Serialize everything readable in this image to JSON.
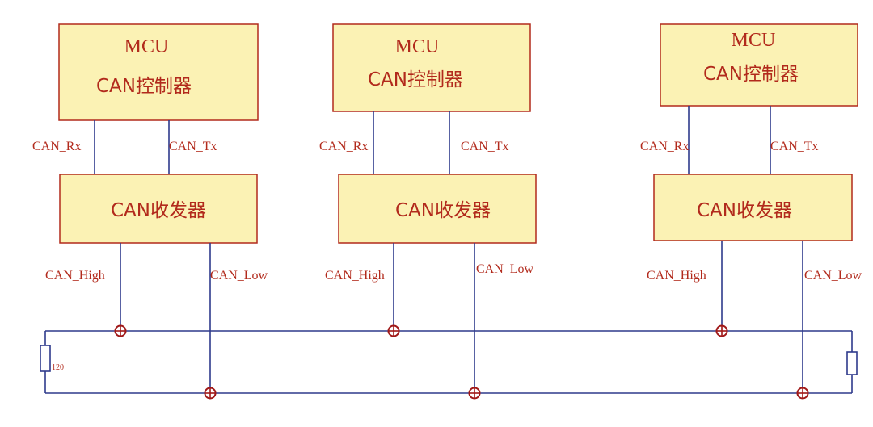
{
  "nodes": [
    {
      "mcu_label": "MCU",
      "controller_label": "CAN控制器",
      "rx_label": "CAN_Rx",
      "tx_label": "CAN_Tx",
      "transceiver_label": "CAN收发器",
      "high_label": "CAN_High",
      "low_label": "CAN_Low"
    },
    {
      "mcu_label": "MCU",
      "controller_label": "CAN控制器",
      "rx_label": "CAN_Rx",
      "tx_label": "CAN_Tx",
      "transceiver_label": "CAN收发器",
      "high_label": "CAN_High",
      "low_label": "CAN_Low"
    },
    {
      "mcu_label": "MCU",
      "controller_label": "CAN控制器",
      "rx_label": "CAN_Rx",
      "tx_label": "CAN_Tx",
      "transceiver_label": "CAN收发器",
      "high_label": "CAN_High",
      "low_label": "CAN_Low"
    }
  ],
  "bus": {
    "left_resistor_label": "120"
  },
  "colors": {
    "box_fill": "#fbf2b4",
    "box_border": "#b22a1c",
    "text": "#b22a1c",
    "wire": "#2e3a8c",
    "junction": "#a01818"
  }
}
